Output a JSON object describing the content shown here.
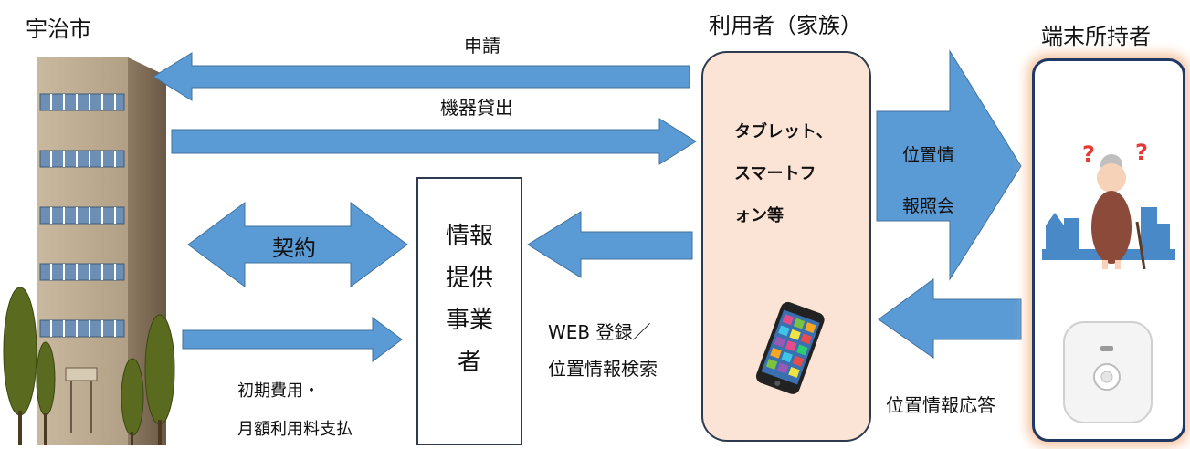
{
  "city": {
    "name": "宇治市"
  },
  "user": {
    "title": "利用者（家族）",
    "device_lines": [
      "タブレット、",
      "スマートフ",
      "ォン等"
    ]
  },
  "holder": {
    "title": "端末所持者"
  },
  "provider": {
    "lines": [
      "情報",
      "提供",
      "事業",
      "者"
    ]
  },
  "arrows": {
    "application": "申請",
    "lending": "機器貸出",
    "contract": "契約",
    "registration_lines": [
      "WEB 登録／",
      "位置情報検索"
    ],
    "fee_lines": [
      "初期費用・",
      "月額利用料支払"
    ],
    "location_query_lines": [
      "位置情",
      "報照会"
    ],
    "location_response": "位置情報応答"
  },
  "colors": {
    "arrow": "#5b9bd5",
    "user_box": "#fbe4d5",
    "holder_border": "#1f3864"
  }
}
